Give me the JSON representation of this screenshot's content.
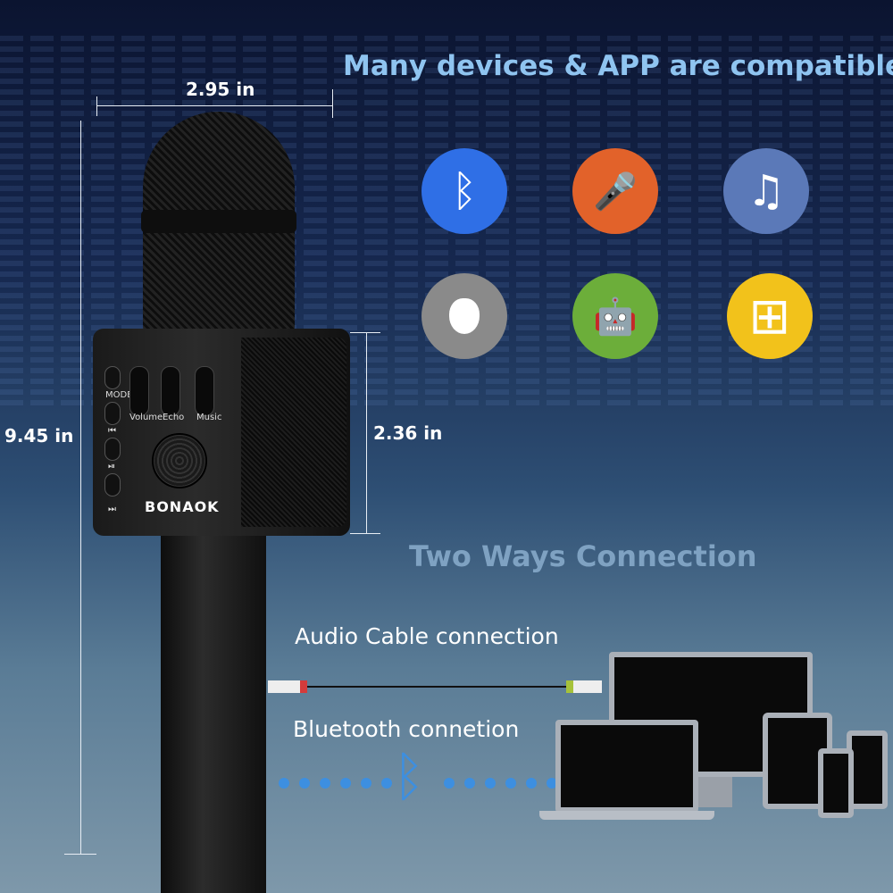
{
  "headline": "Many devices & APP  are compatible",
  "dimensions": {
    "width": "2.95 in",
    "height": "9.45 in",
    "body_height": "2.36 in"
  },
  "icons": [
    {
      "name": "bluetooth-icon",
      "color": "#2f6fe6",
      "glyph": "ᛒ"
    },
    {
      "name": "karaoke-mic-icon",
      "color": "#e2622a",
      "glyph": "🎤"
    },
    {
      "name": "music-note-icon",
      "color": "#5b79b8",
      "glyph": "♫"
    },
    {
      "name": "apple-icon",
      "color": "#8a8a8a",
      "glyph": ""
    },
    {
      "name": "android-icon",
      "color": "#6cae3a",
      "glyph": "🤖"
    },
    {
      "name": "windows-icon",
      "color": "#f2c21b",
      "glyph": "⊞"
    }
  ],
  "microphone": {
    "brand": "BONAOK",
    "controls": [
      "MODE",
      "⏮",
      "⏯",
      "⏭"
    ],
    "sliders": [
      "Volume",
      "Echo",
      "Music"
    ]
  },
  "connection": {
    "title": "Two Ways Connection",
    "cable": "Audio Cable connection",
    "bluetooth": "Bluetooth connetion"
  },
  "colors": {
    "accent": "#8fc4f0",
    "dots": "#3d8fe0"
  }
}
